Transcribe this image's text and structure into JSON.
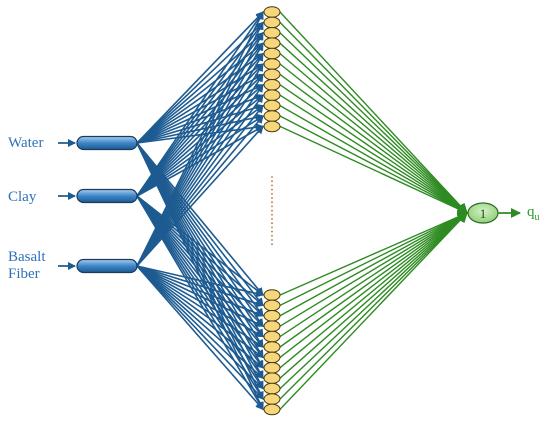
{
  "inputs": [
    {
      "label": "Water"
    },
    {
      "label": "Clay"
    },
    {
      "label": "Basalt\nFiber"
    }
  ],
  "hidden_top_count": 12,
  "hidden_bottom_count": 12,
  "output": {
    "node_label": "1",
    "label_main": "q",
    "label_sub": "u"
  },
  "colors": {
    "input_edges": "#1d5b91",
    "output_edges": "#2e8b22",
    "input_node": "#4a8fd0",
    "hidden_node": "#f6d77c",
    "output_node": "#9ed88a",
    "labels": "#2f72b8",
    "ellipsis": "#b07a3a"
  }
}
